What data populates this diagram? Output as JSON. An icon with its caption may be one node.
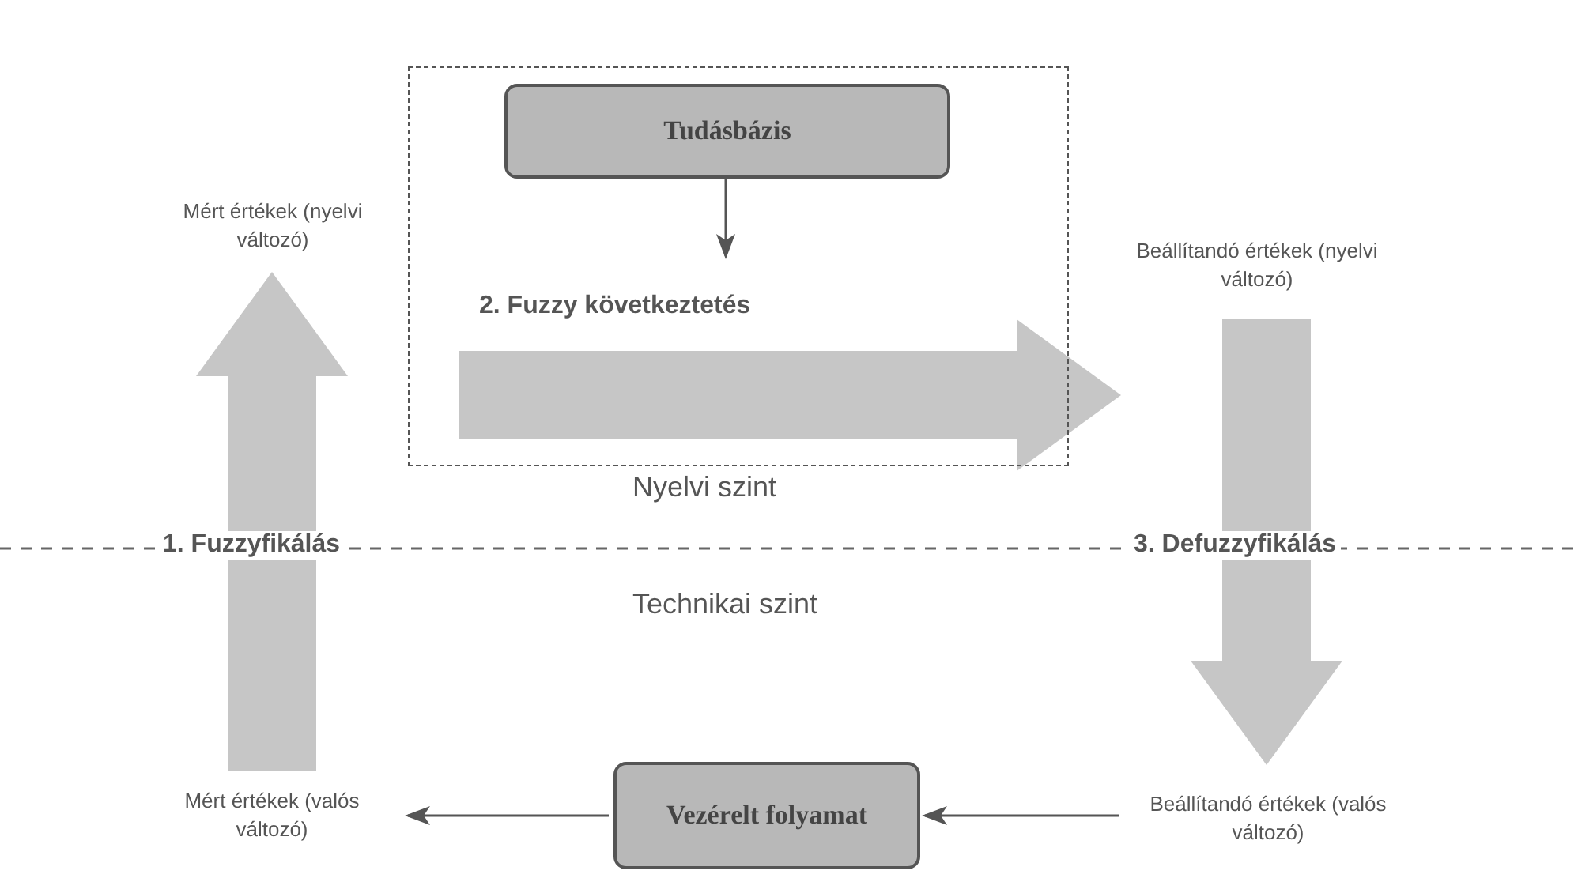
{
  "diagram": {
    "nodes": [
      {
        "text": [],
        "shape": "box"
      },
      {
        "text": [
          "Tudásbázis"
        ],
        "in": 0
      },
      {
        "text": [
          "Mért értékek (nyelvi változó)"
        ]
      },
      {
        "text": [
          "Beállítandó értékek (nyelvi változó)"
        ]
      },
      {
        "text": [
          "Mért értékek (valós változó)"
        ]
      },
      {
        "text": [
          "Vezérelt folyamat"
        ]
      },
      {
        "text": [
          "Beállítandó értékek (valós változó)"
        ]
      }
    ],
    "edges": [
      {
        "from": 1,
        "to": null,
        "arrow": "to"
      },
      {
        "from": null,
        "to": 3,
        "arrow": "to",
        "label": "2. Fuzzy következtetés",
        "style": "thick",
        "color": "#c6c6c6"
      },
      {
        "from": 4,
        "to": 2,
        "arrow": "to",
        "label": "1. Fuzzyfikálás",
        "style": "thick",
        "color": "#c6c6c6"
      },
      {
        "from": 3,
        "to": 6,
        "arrow": "to",
        "label": "3. Defuzzyfikálás",
        "style": "thick",
        "color": "#c6c6c6"
      },
      {
        "from": 5,
        "to": 4,
        "arrow": "to"
      },
      {
        "from": 6,
        "to": 5,
        "arrow": "to"
      }
    ],
    "labels": [
      "Nyelvi szint",
      "Technikai szint"
    ]
  }
}
